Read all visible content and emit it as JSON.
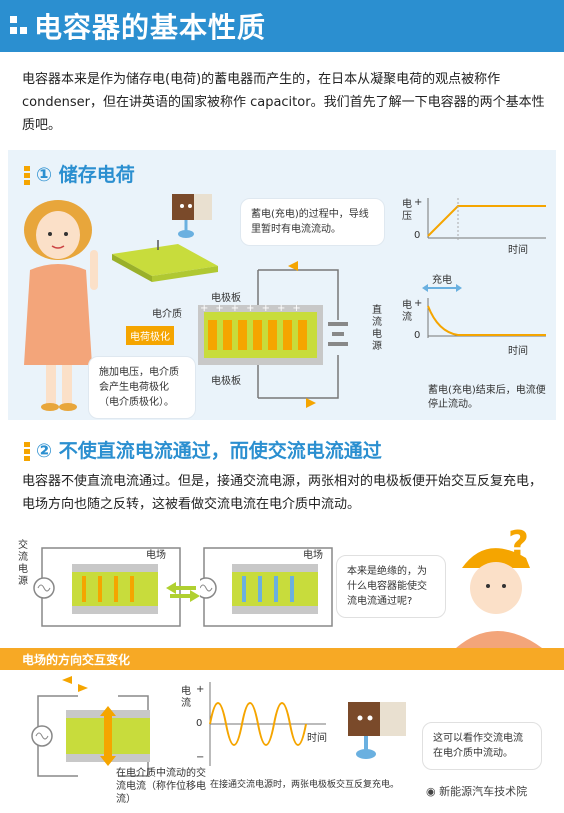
{
  "header": {
    "title": "电容器的基本性质"
  },
  "intro": {
    "text": "电容器本来是作为储存电(电荷)的蓄电器而产生的，在日本从凝聚电荷的观点被称作 condenser，但在讲英语的国家被称作 capacitor。我们首先了解一下电容器的两个基本性质吧。"
  },
  "section1": {
    "title": "① 储存电荷",
    "bubble_top": "蓄电(充电)的过程中，导线里暂时有电流流动。",
    "label_dielectric": "电介质",
    "label_plate_top": "电极板",
    "label_plate_bottom": "电极板",
    "label_polarization": "电荷极化",
    "label_dc_source": "直流电源",
    "bubble_bottom": "施加电压，电介质会产生电荷极化（电介质极化）。",
    "graph_voltage": {
      "y_label": "电压",
      "plus": "+",
      "zero": "0",
      "x_label": "时间"
    },
    "charge_label": "充电",
    "graph_current": {
      "y_label": "电流",
      "plus": "+",
      "zero": "0",
      "x_label": "时间"
    },
    "caption": "蓄电(充电)结束后，电流便停止流动。",
    "plus_sign": "+"
  },
  "section2": {
    "title": "② 不使直流电流通过，而使交流电流通过",
    "text": "电容器不使直流电流通过。但是，接通交流电源，两张相对的电极板便开始交互反复充电，电场方向也随之反转，这被看做交流电流在电介质中流动。",
    "label_ac_source": "交流电源",
    "label_field_left": "电场",
    "label_field_right": "电场",
    "bubble_question": "本来是绝缘的，为什么电容器能使交流电流通过呢?",
    "question_mark": "?",
    "band": "电场的方向交互变化",
    "displacement_label": "在电介质中流动的交流电流（称作位移电流）",
    "graph_ac": {
      "y_label": "电流",
      "plus": "+",
      "zero": "0",
      "minus": "−",
      "x_label": "时间"
    },
    "graph_caption": "在接通交流电源时，两张电极板交互反复充电。",
    "bubble_right": "这可以看作交流电流在电介质中流动。"
  },
  "watermark": {
    "text": "新能源汽车技术院"
  },
  "colors": {
    "blue": "#2b8fd0",
    "orange": "#f5a500",
    "plate_green": "#c8dc3c",
    "panel": "#eaf3fa"
  }
}
